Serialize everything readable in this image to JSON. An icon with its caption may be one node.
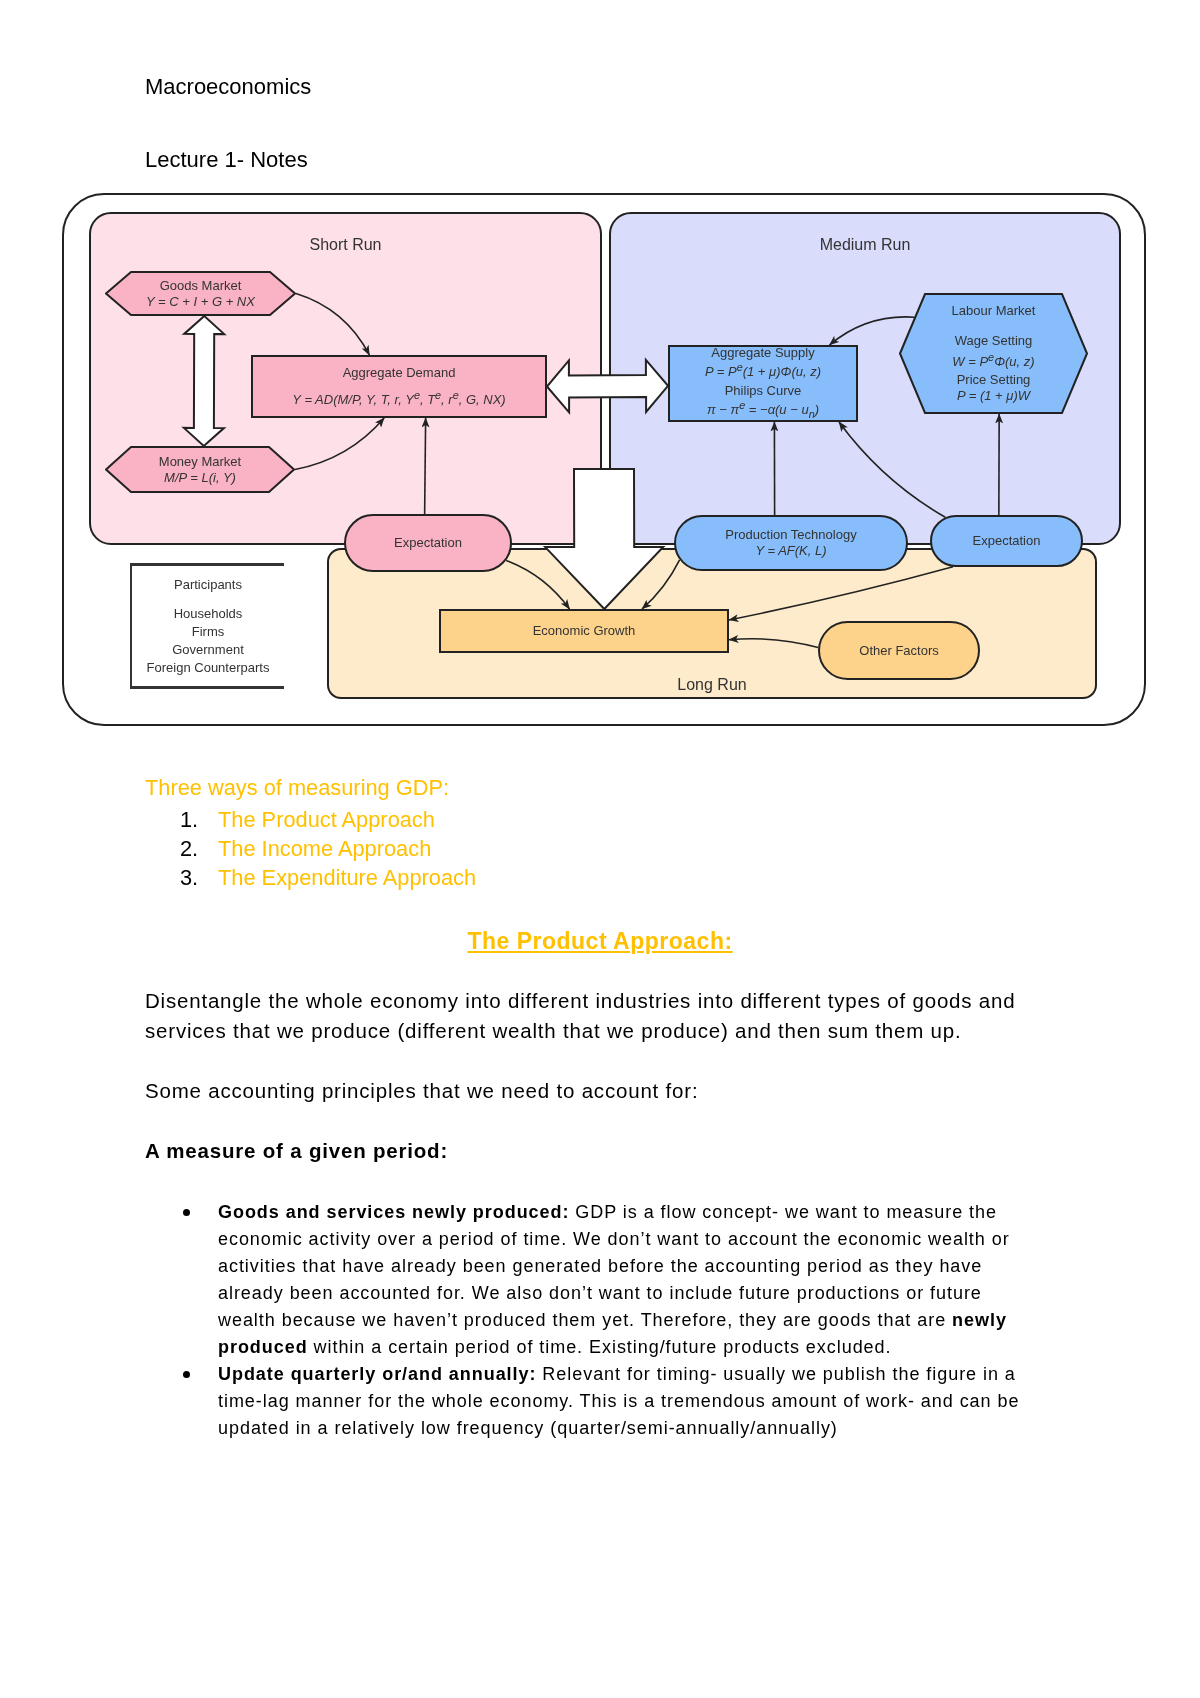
{
  "diagram": {
    "title": "Macroeconomics",
    "nodes": [
      {
        "text": [
          "Short Run"
        ]
      },
      {
        "text": [
          "Goods Market",
          "Y = C + I + G + NX"
        ],
        "in": 0
      },
      {
        "text": [
          "Aggregate Demand",
          "Y = AD(M/P, Y, T, r, Y$^{e}$, T$^{e}$, r$^{e}$, G, NX)"
        ],
        "in": 0
      },
      {
        "text": [
          "Money Market",
          "M/P = L(i, Y)"
        ],
        "in": 0
      },
      {
        "text": [
          "Expectation"
        ]
      },
      {
        "text": [
          "Medium Run"
        ]
      },
      {
        "text": [
          "Aggregate Supply",
          "P = P$^{e}$(1 + μ)Φ(u, z)",
          "Philips Curve",
          "π − π$^{e}$ = −α(u − u$_{n}$)"
        ],
        "in": 5
      },
      {
        "text": [
          "Labour Market",
          "Wage Setting",
          "W = P$^{e}$Φ(u, z)",
          "Price Setting",
          "P = (1 + μ)W"
        ],
        "in": 5
      },
      {
        "text": [
          "Production Technology",
          "Y = AF(K, L)"
        ]
      },
      {
        "text": [
          "Expectation"
        ]
      },
      {
        "text": [
          "Long Run"
        ]
      },
      {
        "text": [
          "Economic Growth"
        ],
        "in": 10
      },
      {
        "text": [
          "Other Factors"
        ],
        "in": 10
      },
      {
        "text": [
          "Participants",
          "Households",
          "Firms",
          "Government",
          "Foreign Counterparts"
        ]
      }
    ],
    "edges": [
      {
        "from": 1,
        "to": 2,
        "arrow": "to"
      },
      {
        "from": 3,
        "to": 2,
        "arrow": "to"
      },
      {
        "from": 1,
        "to": 3,
        "arrow": "both",
        "style": "thick"
      },
      {
        "from": 4,
        "to": 2,
        "arrow": "to"
      },
      {
        "from": 2,
        "to": 6,
        "arrow": "both",
        "style": "thick"
      },
      {
        "from": 7,
        "to": 6,
        "arrow": "to"
      },
      {
        "from": 8,
        "to": 6,
        "arrow": "to"
      },
      {
        "from": 9,
        "to": 6,
        "arrow": "to"
      },
      {
        "from": 9,
        "to": 7,
        "arrow": "to"
      },
      {
        "from": null,
        "to": 11,
        "arrow": "to",
        "style": "thick"
      },
      {
        "from": 4,
        "to": 11,
        "arrow": "to"
      },
      {
        "from": 8,
        "to": 11,
        "arrow": "to"
      },
      {
        "from": 9,
        "to": 11,
        "arrow": "to"
      },
      {
        "from": 12,
        "to": 11,
        "arrow": "to"
      }
    ],
    "labels": [
      "Lecture 1- Notes",
      "Three ways of measuring GDP:",
      "1.",
      "The Product Approach",
      "2.",
      "The Income Approach",
      "3.",
      "The Expenditure Approach",
      "The Product Approach:",
      "Disentangle the whole economy into different industries into different types of goods and services that we produce (different wealth that we produce) and then sum them up.",
      "Some accounting principles that we need to account for:",
      "A measure of a given period:",
      "**Goods and services newly produced:** GDP is a flow concept- we want to measure the economic activity over a period of time. We don’t want to account the economic wealth or activities that have already been generated before the accounting period as they have already been accounted for. We also don’t want to include future productions or future wealth because we haven’t produced them yet. Therefore, they are goods that are **newly produced** within a certain period of time. Existing/future products excluded.",
      "**Update quarterly or/and annually:** Relevant for timing- usually we publish the figure in a time-lag manner for the whole economy. This is a tremendous amount of work- and can be updated in a relatively low frequency (quarter/semi-annually/annually)"
    ]
  }
}
